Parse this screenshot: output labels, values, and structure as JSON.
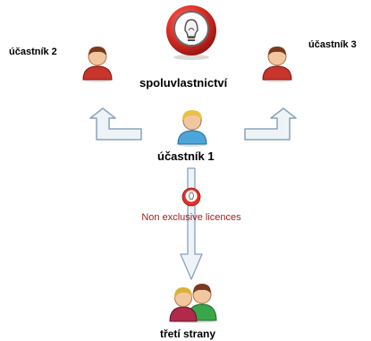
{
  "diagram": {
    "center_icon": "lightbulb-icon",
    "center_label": "spoluvlastnictví",
    "participant_left": {
      "label": "účastník 2",
      "icon": "person-icon",
      "color": "#c8352c"
    },
    "participant_right": {
      "label": "účastník 3",
      "icon": "person-icon",
      "color": "#c8352c"
    },
    "participant_main": {
      "label": "účastník 1",
      "icon": "person-icon",
      "color": "#4da6d9"
    },
    "licence": {
      "text": "Non exclusive licences",
      "color": "#9a1e1a"
    },
    "third_parties": {
      "label": "třetí strany",
      "icon": "people-group-icon"
    },
    "colors": {
      "accent_red": "#d7281f",
      "arrow_fill": "#eef3f8",
      "arrow_stroke": "#8aa2b8"
    }
  }
}
